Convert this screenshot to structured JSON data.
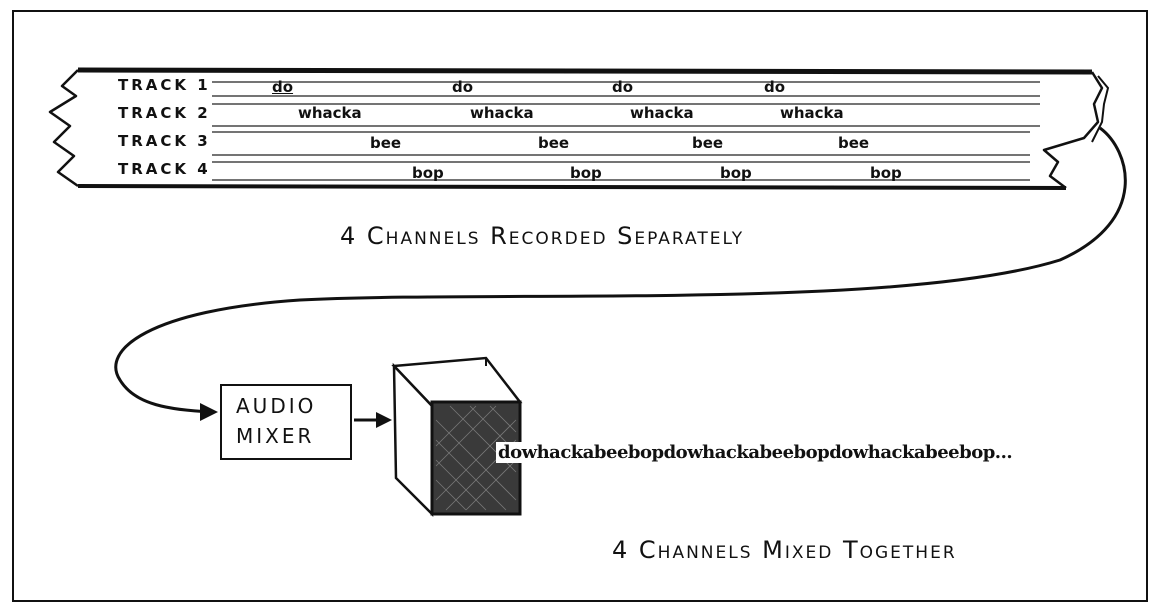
{
  "tracks": [
    {
      "label": "TRACK 1",
      "words": [
        "do",
        "do",
        "do",
        "do"
      ]
    },
    {
      "label": "TRACK 2",
      "words": [
        "whacka",
        "whacka",
        "whacka",
        "whacka"
      ]
    },
    {
      "label": "TRACK 3",
      "words": [
        "bee",
        "bee",
        "bee",
        "bee"
      ]
    },
    {
      "label": "TRACK 4",
      "words": [
        "bop",
        "bop",
        "bop",
        "bop"
      ]
    }
  ],
  "caption_top": "4 Channels Recorded Separately",
  "mixer": {
    "line1": "AUDIO",
    "line2": "MIXER"
  },
  "mixed_output": "dowhackabeebopdowhackabeebopdowhackabeebop...",
  "caption_bottom": "4 Channels Mixed Together"
}
